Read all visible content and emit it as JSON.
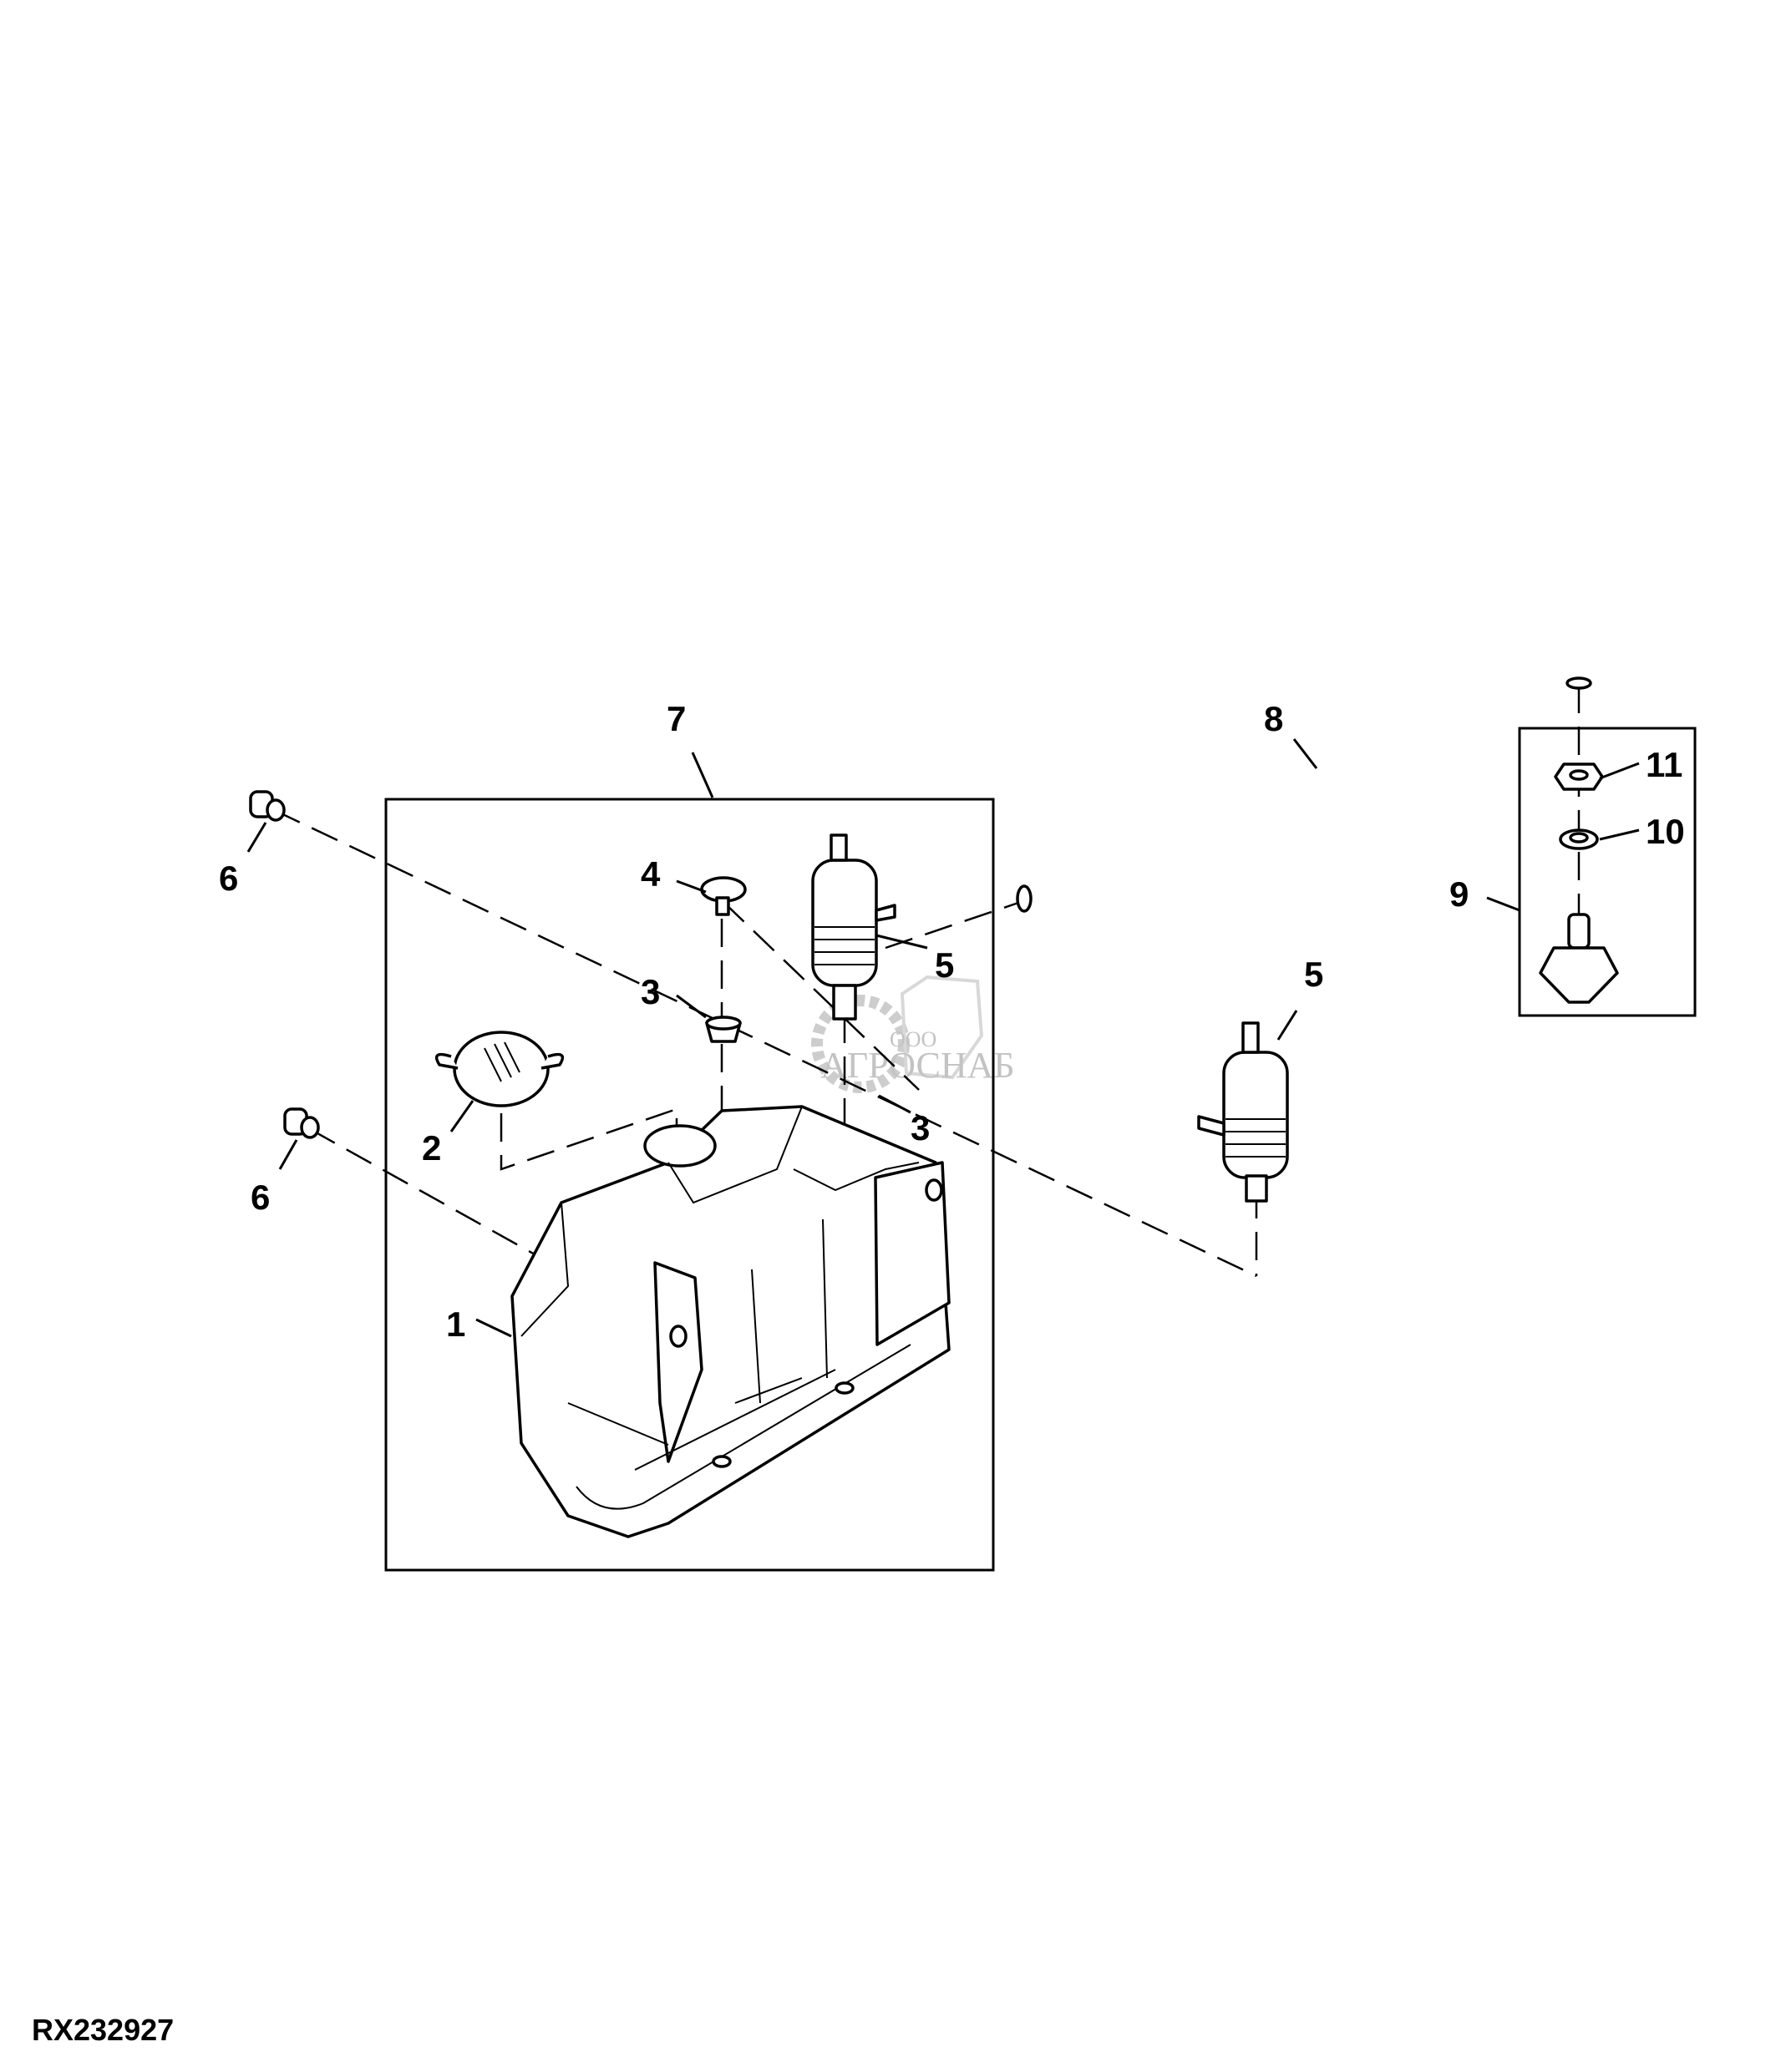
{
  "figure_id": "RX232927",
  "callouts": {
    "c1": "1",
    "c2": "2",
    "c3a": "3",
    "c3b": "3",
    "c4": "4",
    "c5a": "5",
    "c5b": "5",
    "c6a": "6",
    "c6b": "6",
    "c7": "7",
    "c8": "8",
    "c9": "9",
    "c10": "10",
    "c11": "11"
  },
  "watermark": {
    "prefix": "ООО",
    "name": "АГРОСНАБ"
  },
  "colors": {
    "line": "#000000",
    "watermark": "#bdbdbd"
  }
}
